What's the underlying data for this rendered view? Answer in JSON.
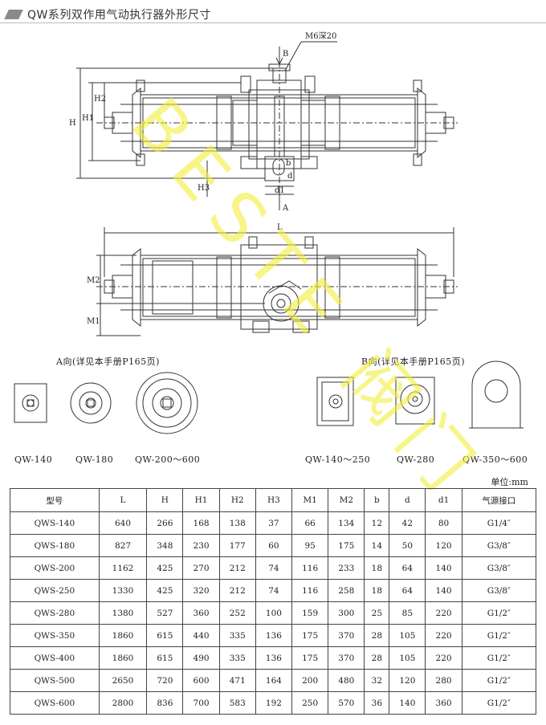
{
  "header": {
    "title": "QW系列双作用气动执行器外形尺寸"
  },
  "drawing": {
    "callout_thread": "M6深20",
    "arrow_top": "B",
    "arrow_bottom": "A",
    "dim_H": "H",
    "dim_H1": "H1",
    "dim_H2": "H2",
    "dim_H3": "H3",
    "dim_b": "b",
    "dim_d": "d",
    "dim_d1": "d1",
    "dim_L": "L",
    "dim_M1": "M1",
    "dim_M2": "M2",
    "watermark_text": "BESTE 阀门"
  },
  "views": {
    "a_title": "A向(详见本手册P165页)",
    "b_title": "B向(详见本手册P165页)",
    "a_captions": [
      "QW-140",
      "QW-180",
      "QW-200～600"
    ],
    "b_captions": [
      "QW-140～250",
      "QW-280",
      "QW-350～600"
    ]
  },
  "table": {
    "unit": "单位:mm",
    "headers": [
      "型号",
      "L",
      "H",
      "H1",
      "H2",
      "H3",
      "M1",
      "M2",
      "b",
      "d",
      "d1",
      "气源接口"
    ],
    "rows": [
      [
        "QWS-140",
        "640",
        "266",
        "168",
        "138",
        "37",
        "66",
        "134",
        "12",
        "42",
        "80",
        "G1/4″"
      ],
      [
        "QWS-180",
        "827",
        "348",
        "230",
        "177",
        "60",
        "95",
        "175",
        "14",
        "50",
        "120",
        "G3/8″"
      ],
      [
        "QWS-200",
        "1162",
        "425",
        "270",
        "212",
        "74",
        "116",
        "233",
        "18",
        "64",
        "140",
        "G3/8″"
      ],
      [
        "QWS-250",
        "1330",
        "425",
        "320",
        "212",
        "74",
        "116",
        "258",
        "18",
        "64",
        "140",
        "G3/8″"
      ],
      [
        "QWS-280",
        "1380",
        "527",
        "360",
        "252",
        "100",
        "159",
        "300",
        "25",
        "85",
        "220",
        "G1/2″"
      ],
      [
        "QWS-350",
        "1860",
        "615",
        "440",
        "335",
        "136",
        "175",
        "370",
        "28",
        "105",
        "220",
        "G1/2″"
      ],
      [
        "QWS-400",
        "1860",
        "615",
        "490",
        "335",
        "136",
        "175",
        "370",
        "28",
        "105",
        "220",
        "G1/2″"
      ],
      [
        "QWS-500",
        "2650",
        "720",
        "600",
        "471",
        "164",
        "200",
        "480",
        "32",
        "120",
        "280",
        "G1/2″"
      ],
      [
        "QWS-600",
        "2800",
        "836",
        "700",
        "583",
        "192",
        "250",
        "570",
        "36",
        "140",
        "360",
        "G1/2″"
      ]
    ]
  }
}
